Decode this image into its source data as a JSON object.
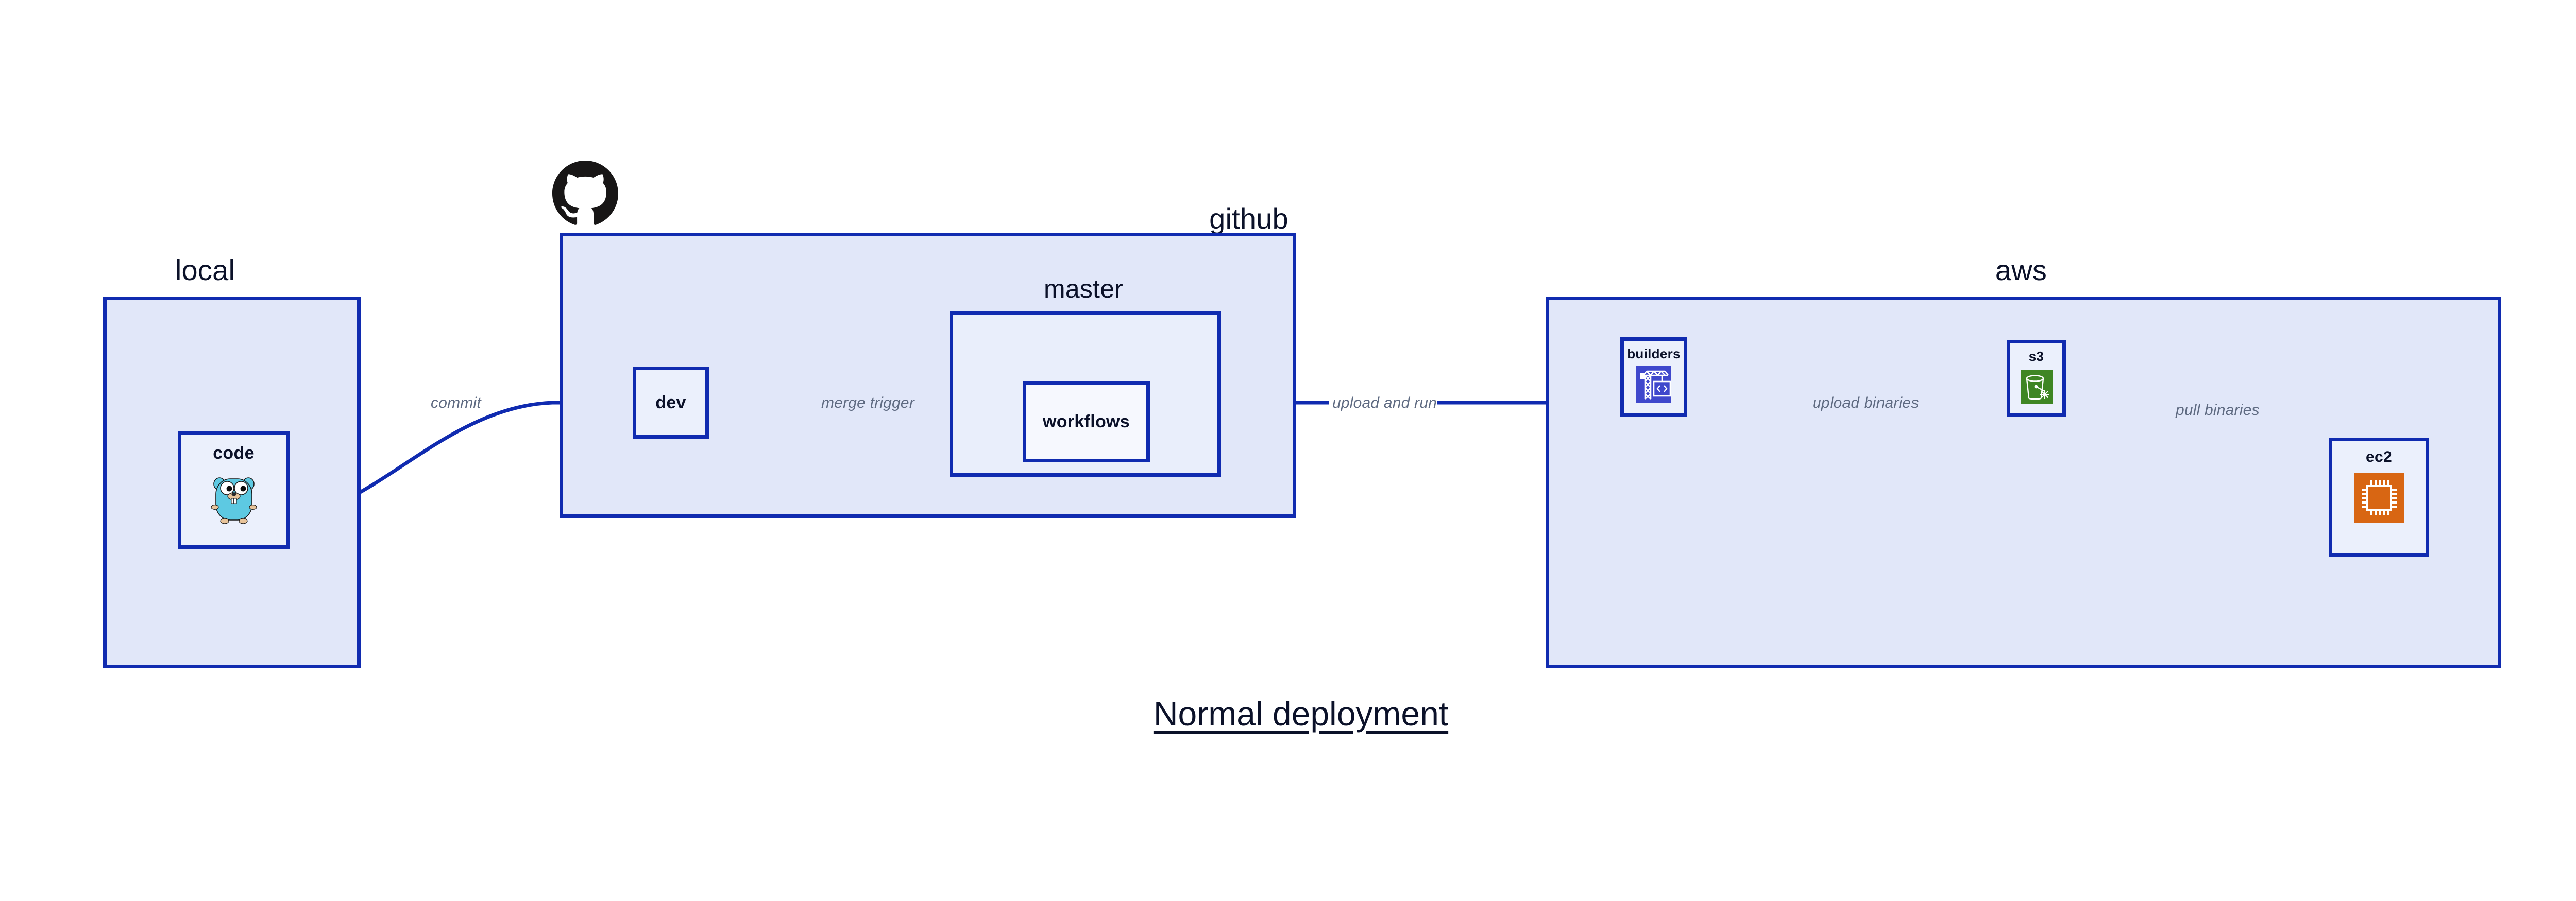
{
  "diagram": {
    "caption": "Normal deployment",
    "accent_color": "#102BB0",
    "group_fill": "#E1E7F9",
    "subgroup_fill": "#E9EEFB",
    "node_fill": "#EBF0FC",
    "edge_label_color": "#5F6B82"
  },
  "groups": [
    {
      "id": "local",
      "title": "local"
    },
    {
      "id": "github",
      "title": "github"
    },
    {
      "id": "master",
      "title": "master"
    },
    {
      "id": "aws",
      "title": "aws"
    }
  ],
  "nodes": [
    {
      "id": "code",
      "label": "code",
      "icon": "go-gopher-icon",
      "icon_color": "#5DC9E2"
    },
    {
      "id": "dev",
      "label": "dev",
      "icon": "none",
      "icon_color": ""
    },
    {
      "id": "workflows",
      "label": "workflows",
      "icon": "none",
      "icon_color": ""
    },
    {
      "id": "builders",
      "label": "builders",
      "icon": "codebuild-icon",
      "icon_color": "#3F48CC"
    },
    {
      "id": "s3",
      "label": "s3",
      "icon": "s3-bucket-icon",
      "icon_color": "#3F8624"
    },
    {
      "id": "ec2",
      "label": "ec2",
      "icon": "ec2-chip-icon",
      "icon_color": "#D86613"
    }
  ],
  "edges": [
    {
      "id": "commit",
      "label": "commit",
      "from": "code",
      "to": "dev"
    },
    {
      "id": "merge-trigger",
      "label": "merge trigger",
      "from": "dev",
      "to": "workflows"
    },
    {
      "id": "upload-and-run",
      "label": "upload and run",
      "from": "workflows",
      "to": "builders"
    },
    {
      "id": "upload-binaries",
      "label": "upload binaries",
      "from": "builders",
      "to": "s3"
    },
    {
      "id": "pull-binaries",
      "label": "pull binaries",
      "from": "s3",
      "to": "ec2"
    }
  ],
  "logos": [
    {
      "id": "github-logo",
      "name": "github-octocat-logo",
      "color": "#181616"
    }
  ]
}
